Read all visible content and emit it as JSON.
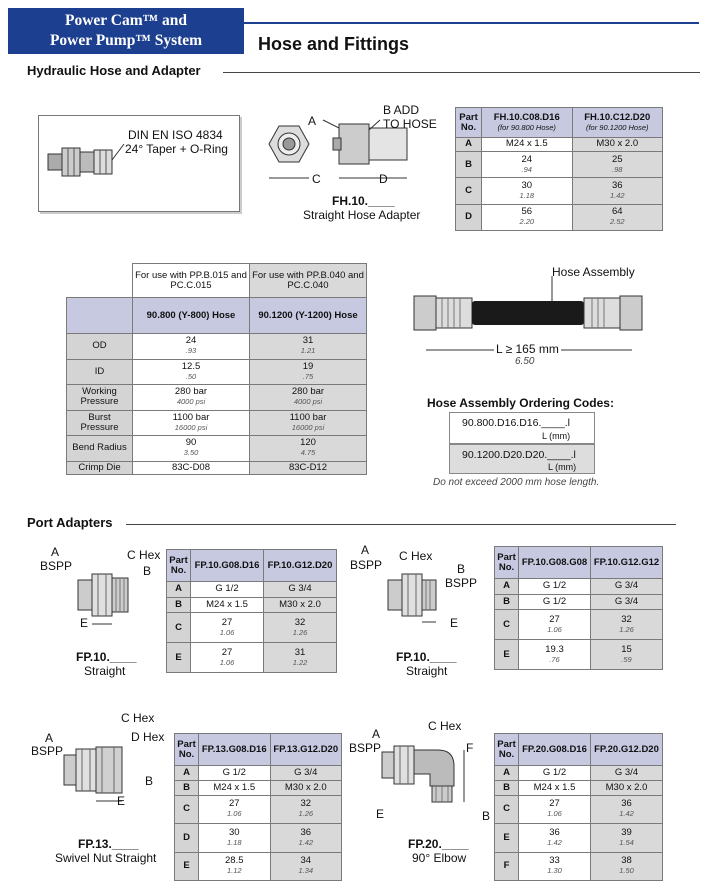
{
  "header": {
    "banner_line1": "Power Cam™ and",
    "banner_line2": "Power Pump™ System",
    "title": "Hose and Fittings"
  },
  "hydraulic": {
    "section_title": "Hydraulic Hose and Adapter",
    "din_label_1": "DIN EN ISO 4834",
    "din_label_2": "24° Taper + O-Ring",
    "adapter": {
      "label_a": "A",
      "label_b_1": "B ADD",
      "label_b_2": "TO HOSE",
      "label_c": "C",
      "label_d": "D",
      "part": "FH.10.____",
      "name": "Straight Hose Adapter"
    },
    "fh_table": {
      "head_part": "Part",
      "head_no": "No.",
      "col1": "FH.10.C08.D16",
      "col1_sub": "(for 90.800 Hose)",
      "col2": "FH.10.C12.D20",
      "col2_sub": "(for 90.1200 Hose)",
      "rows": [
        {
          "k": "A",
          "v1": "M24 x 1.5",
          "i1": "",
          "v2": "M30 x 2.0",
          "i2": ""
        },
        {
          "k": "B",
          "v1": "24",
          "i1": ".94",
          "v2": "25",
          "i2": ".98"
        },
        {
          "k": "C",
          "v1": "30",
          "i1": "1.18",
          "v2": "36",
          "i2": "1.42"
        },
        {
          "k": "D",
          "v1": "56",
          "i1": "2.20",
          "v2": "64",
          "i2": "2.52"
        }
      ]
    },
    "hose_table": {
      "use1": "For use with PP.B.015 and PC.C.015",
      "use2": "For use with PP.B.040 and PC.C.040",
      "col1": "90.800 (Y-800) Hose",
      "col2": "90.1200 (Y-1200) Hose",
      "rows": [
        {
          "k": "OD",
          "v1": "24",
          "i1": ".93",
          "v2": "31",
          "i2": "1.21"
        },
        {
          "k": "ID",
          "v1": "12.5",
          "i1": ".50",
          "v2": "19",
          "i2": ".75"
        },
        {
          "k": "Working Pressure",
          "v1": "280 bar",
          "i1": "4000 psi",
          "v2": "280 bar",
          "i2": "4000 psi"
        },
        {
          "k": "Burst Pressure",
          "v1": "1100 bar",
          "i1": "16000 psi",
          "v2": "1100 bar",
          "i2": "16000 psi"
        },
        {
          "k": "Bend Radius",
          "v1": "90",
          "i1": "3.50",
          "v2": "120",
          "i2": "4.75"
        },
        {
          "k": "Crimp Die",
          "v1": "83C-D08",
          "i1": "",
          "v2": "83C-D12",
          "i2": ""
        }
      ]
    },
    "assembly": {
      "label": "Hose Assembly",
      "length": "L ≥ 165 mm",
      "length_in": "6.50",
      "codes_title": "Hose Assembly Ordering Codes:",
      "code1": "90.800.D16.D16.____.l",
      "code1_unit": "L (mm)",
      "code2": "90.1200.D20.D20.____.l",
      "code2_unit": "L (mm)",
      "note": "Do not exceed 2000 mm hose length."
    }
  },
  "ports": {
    "section_title": "Port Adapters",
    "fp10a": {
      "label_a": "A",
      "label_bspp": "BSPP",
      "label_c": "C Hex",
      "label_b": "B",
      "label_e": "E",
      "part": "FP.10.____",
      "name": "Straight",
      "head_part": "Part",
      "head_no": "No.",
      "col1": "FP.10.G08.D16",
      "col2": "FP.10.G12.D20",
      "rows": [
        {
          "k": "A",
          "v1": "G 1/2",
          "i1": "",
          "v2": "G 3/4",
          "i2": ""
        },
        {
          "k": "B",
          "v1": "M24 x 1.5",
          "i1": "",
          "v2": "M30 x 2.0",
          "i2": ""
        },
        {
          "k": "C",
          "v1": "27",
          "i1": "1.06",
          "v2": "32",
          "i2": "1.26"
        },
        {
          "k": "E",
          "v1": "27",
          "i1": "1.06",
          "v2": "31",
          "i2": "1.22"
        }
      ]
    },
    "fp10b": {
      "label_a": "A",
      "label_bspp": "BSPP",
      "label_c": "C Hex",
      "label_b": "B",
      "label_bspp2": "BSPP",
      "label_e": "E",
      "part": "FP.10.____",
      "name": "Straight",
      "head_part": "Part",
      "head_no": "No.",
      "col1": "FP.10.G08.G08",
      "col2": "FP.10.G12.G12",
      "rows": [
        {
          "k": "A",
          "v1": "G 1/2",
          "i1": "",
          "v2": "G 3/4",
          "i2": ""
        },
        {
          "k": "B",
          "v1": "G 1/2",
          "i1": "",
          "v2": "G 3/4",
          "i2": ""
        },
        {
          "k": "C",
          "v1": "27",
          "i1": "1.06",
          "v2": "32",
          "i2": "1.26"
        },
        {
          "k": "E",
          "v1": "19.3",
          "i1": ".76",
          "v2": "15",
          "i2": ".59"
        }
      ]
    },
    "fp13": {
      "label_a": "A",
      "label_bspp": "BSPP",
      "label_c": "C Hex",
      "label_d": "D Hex",
      "label_b": "B",
      "label_e": "E",
      "part": "FP.13.____",
      "name": "Swivel Nut Straight",
      "head_part": "Part",
      "head_no": "No.",
      "col1": "FP.13.G08.D16",
      "col2": "FP.13.G12.D20",
      "rows": [
        {
          "k": "A",
          "v1": "G 1/2",
          "i1": "",
          "v2": "G 3/4",
          "i2": ""
        },
        {
          "k": "B",
          "v1": "M24 x 1.5",
          "i1": "",
          "v2": "M30 x 2.0",
          "i2": ""
        },
        {
          "k": "C",
          "v1": "27",
          "i1": "1.06",
          "v2": "32",
          "i2": "1.26"
        },
        {
          "k": "D",
          "v1": "30",
          "i1": "1.18",
          "v2": "36",
          "i2": "1.42"
        },
        {
          "k": "E",
          "v1": "28.5",
          "i1": "1.12",
          "v2": "34",
          "i2": "1.34"
        }
      ]
    },
    "fp20": {
      "label_a": "A",
      "label_bspp": "BSPP",
      "label_c": "C Hex",
      "label_f": "F",
      "label_b": "B",
      "label_e": "E",
      "part": "FP.20.____",
      "name": "90° Elbow",
      "head_part": "Part",
      "head_no": "No.",
      "col1": "FP.20.G08.D16",
      "col2": "FP.20.G12.D20",
      "rows": [
        {
          "k": "A",
          "v1": "G 1/2",
          "i1": "",
          "v2": "G 3/4",
          "i2": ""
        },
        {
          "k": "B",
          "v1": "M24 x 1.5",
          "i1": "",
          "v2": "M30 x 2.0",
          "i2": ""
        },
        {
          "k": "C",
          "v1": "27",
          "i1": "1.06",
          "v2": "36",
          "i2": "1.42"
        },
        {
          "k": "E",
          "v1": "36",
          "i1": "1.42",
          "v2": "39",
          "i2": "1.54"
        },
        {
          "k": "F",
          "v1": "33",
          "i1": "1.30",
          "v2": "38",
          "i2": "1.50"
        }
      ]
    }
  }
}
